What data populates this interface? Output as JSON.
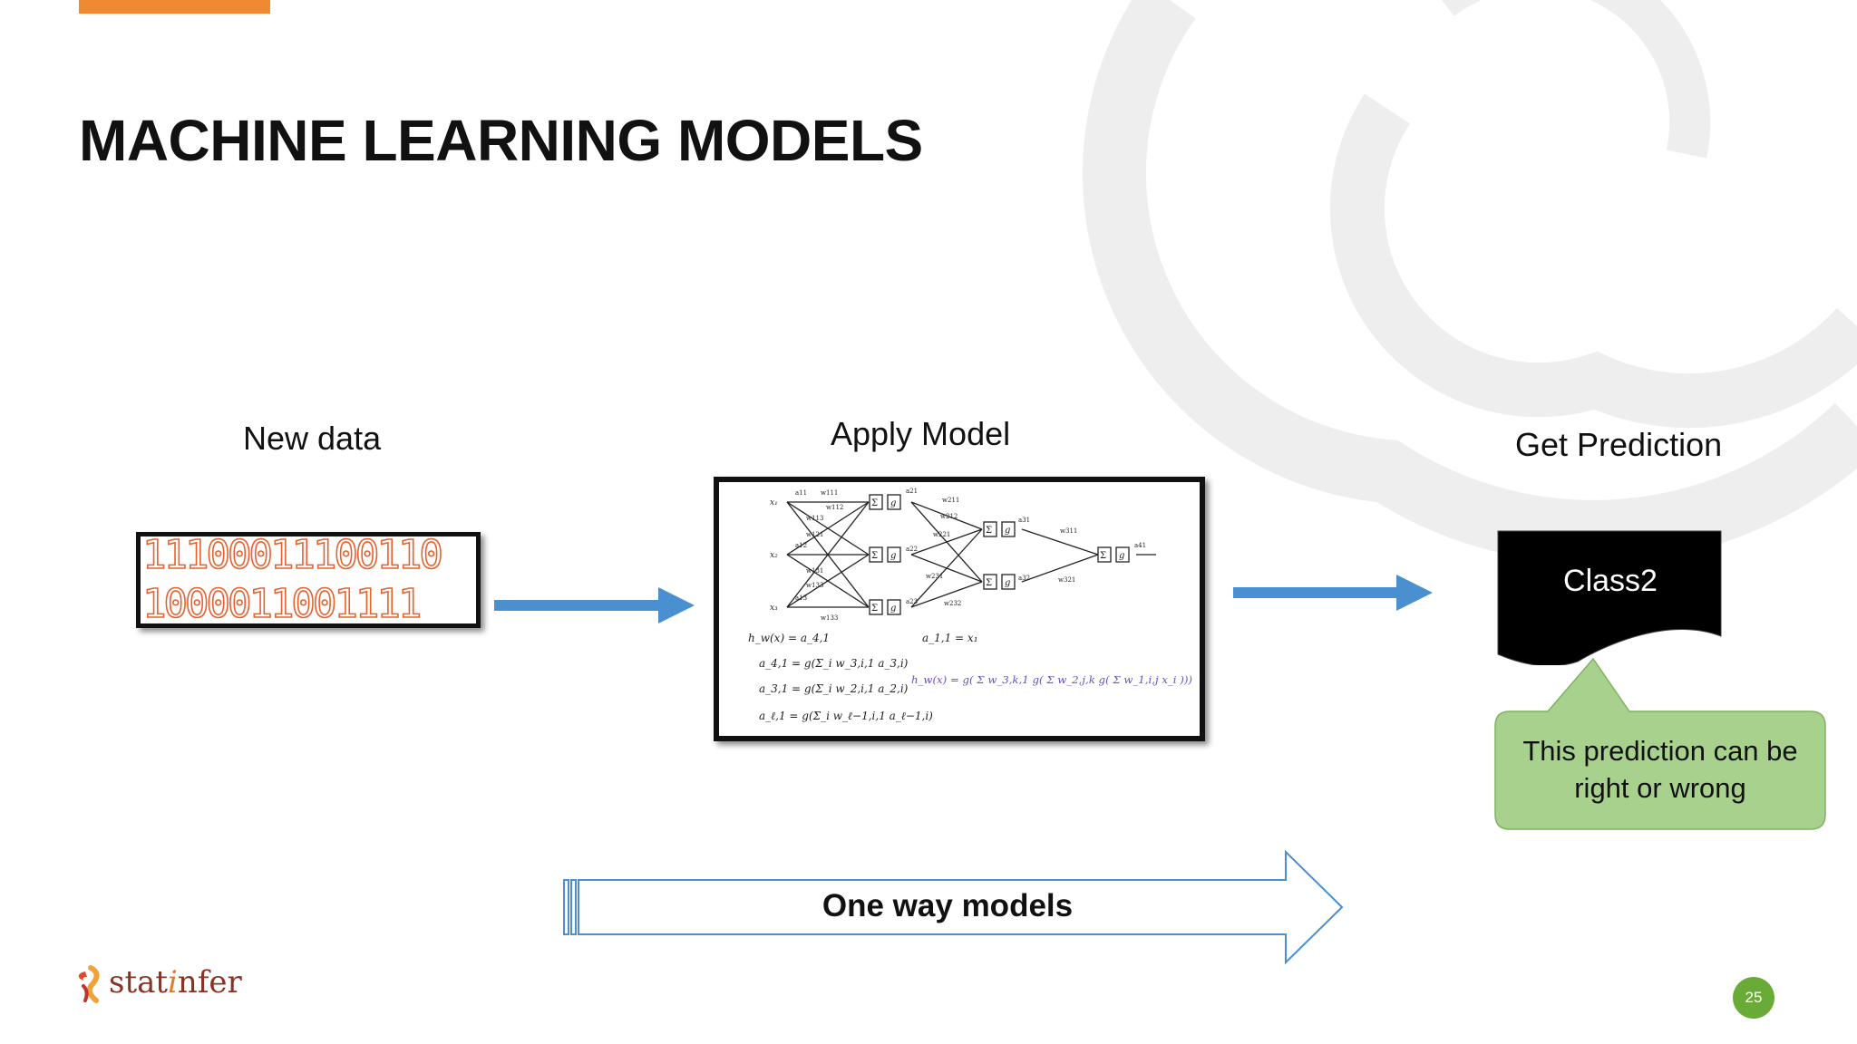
{
  "slide": {
    "title": "MACHINE LEARNING MODELS",
    "page_number": "25",
    "accent_color": "#f08a32",
    "arrow_color": "#4a8fd0"
  },
  "steps": {
    "new_data_label": "New data",
    "apply_model_label": "Apply Model",
    "get_prediction_label": "Get Prediction"
  },
  "new_data": {
    "binary_lines": [
      "11100011100110",
      "1000011001111"
    ],
    "digit_color": "#e8602c"
  },
  "model": {
    "inputs": [
      "x₁",
      "x₂",
      "x₃"
    ],
    "equations_left": [
      "h_w(x) = a_4,1",
      "a_4,1 = g(Σ_i w_3,i,1 a_3,i)",
      "a_3,1 = g(Σ_i w_2,i,1 a_2,i)",
      "a_ℓ,1 = g(Σ_i w_ℓ−1,i,1 a_ℓ−1,i)"
    ],
    "equation_right_top": "a_1,1 = x₁",
    "equation_right_big": "h_w(x) = g( Σ w_3,k,1 g( Σ w_2,j,k g( Σ w_1,i,j x_i )))"
  },
  "prediction": {
    "class_label": "Class2",
    "callout_text": "This prediction can be right or wrong",
    "callout_color": "#a9d18e"
  },
  "flow": {
    "one_way_label": "One way models"
  },
  "logo": {
    "prefix": "stat",
    "accent": "i",
    "suffix": "nfer"
  }
}
